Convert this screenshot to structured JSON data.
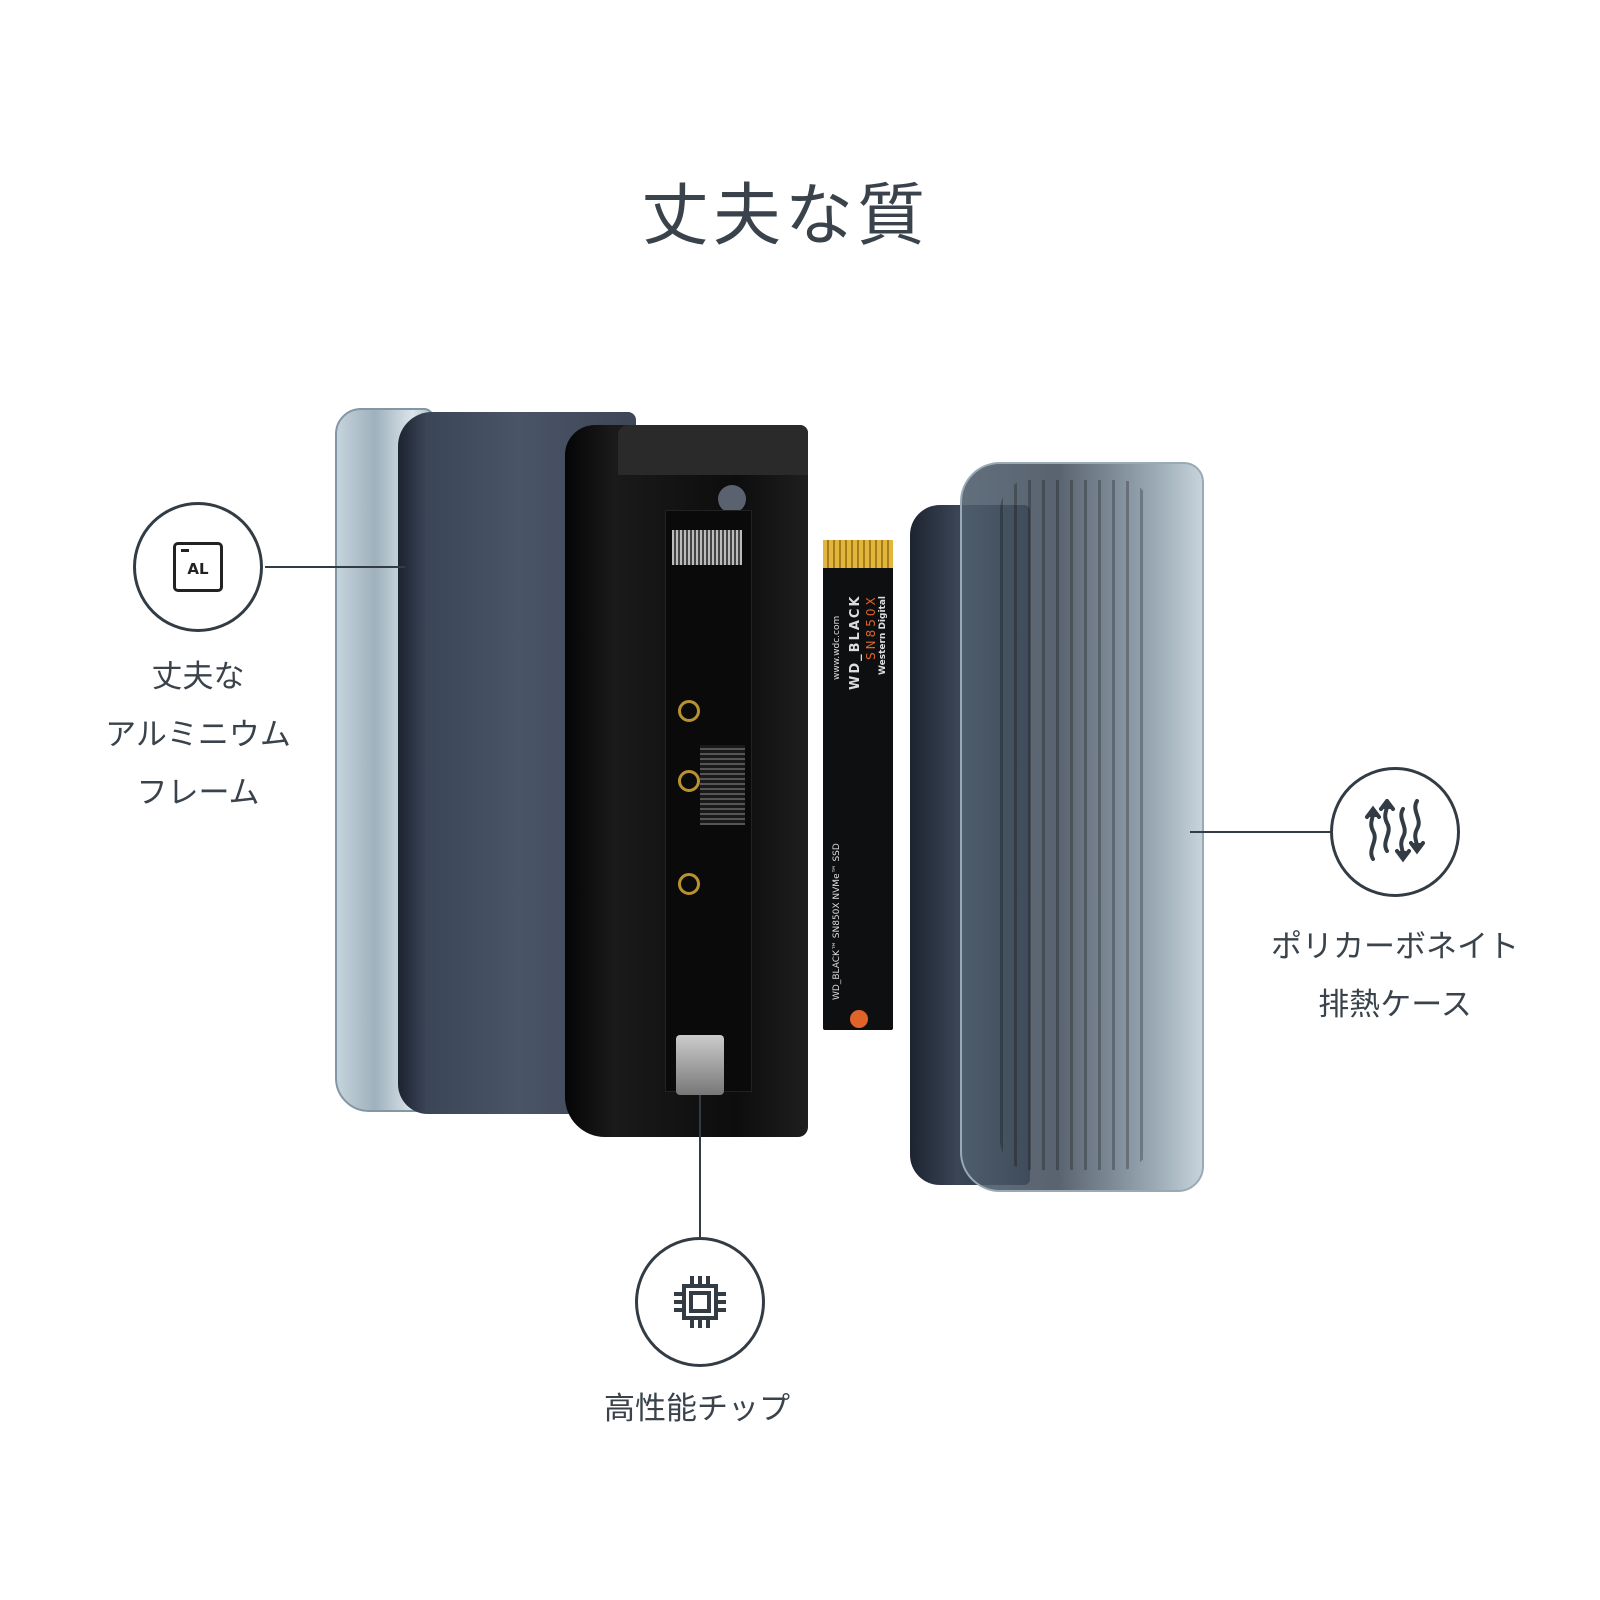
{
  "title": "丈夫な質",
  "features": [
    {
      "icon": "aluminum-al-icon",
      "icon_text": "AL",
      "lines": [
        "丈夫な",
        "アルミニウム",
        "フレーム"
      ]
    },
    {
      "icon": "heat-dissipation-arrows-icon",
      "lines": [
        "ポリカーボネイト",
        "排熱ケース"
      ]
    },
    {
      "icon": "chip-icon",
      "lines": [
        "高性能チップ"
      ]
    }
  ],
  "ssd_label": {
    "url": "www.wdc.com",
    "brand": "WD_BLACK",
    "model": "SN850X",
    "maker": "Western Digital",
    "side": "WD_BLACK™ SN850X NVMe™ SSD"
  },
  "colors": {
    "text": "#3a434b",
    "line": "#333c44",
    "accent": "#e0632a"
  }
}
